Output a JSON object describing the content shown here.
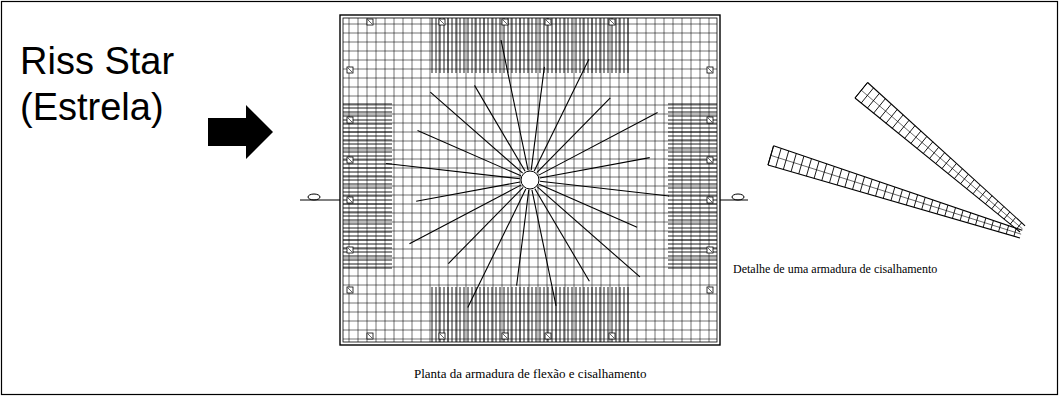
{
  "diagram": {
    "labels": [
      "Riss Star (Estrela)",
      "Planta da armadura de flexão e cisalhamento",
      "Detalhe de uma armadura de cisalhamento"
    ]
  }
}
